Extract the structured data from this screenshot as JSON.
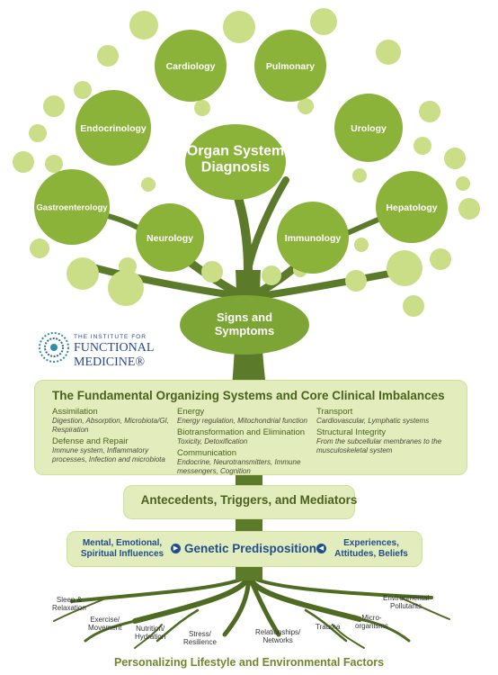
{
  "tree": {
    "top_node": {
      "line1": "Organ System",
      "line2": "Diagnosis"
    },
    "signs_node": {
      "line1": "Signs and",
      "line2": "Symptoms"
    },
    "organs": [
      "Cardiology",
      "Pulmonary",
      "Endocrinology",
      "Urology",
      "Gastroenterology",
      "Hepatology",
      "Neurology",
      "Immunology"
    ]
  },
  "logo": {
    "line1": "THE INSTITUTE FOR",
    "line2": "FUNCTIONAL",
    "line3": "MEDICINE®"
  },
  "fundamental": {
    "title": "The Fundamental Organizing Systems and Core Clinical Imbalances",
    "columns": [
      [
        {
          "heading": "Assimilation",
          "detail": "Digestion, Absorption, Microbiota/GI, Respiration"
        },
        {
          "heading": "Defense and Repair",
          "detail": "Immune system, Inflammatory processes, Infection and microbiota"
        }
      ],
      [
        {
          "heading": "Energy",
          "detail": "Energy regulation, Mitochondrial function"
        },
        {
          "heading": "Biotransformation and Elimination",
          "detail": "Toxicity, Detoxification"
        },
        {
          "heading": "Communication",
          "detail": "Endocrine, Neurotransmitters, Immune messengers, Cognition"
        }
      ],
      [
        {
          "heading": "Transport",
          "detail": "Cardiovascular, Lymphatic systems"
        },
        {
          "heading": "Structural Integrity",
          "detail": "From the subcellular membranes to the musculoskeletal system"
        }
      ]
    ]
  },
  "antecedents": "Antecedents, Triggers, and Mediators",
  "genetic": {
    "left_line1": "Mental, Emotional,",
    "left_line2": "Spiritual Influences",
    "center": "Genetic Predisposition",
    "right_line1": "Experiences,",
    "right_line2": "Attitudes, Beliefs"
  },
  "roots": [
    {
      "line1": "Sleep &",
      "line2": "Relaxation"
    },
    {
      "line1": "Exercise/",
      "line2": "Movement"
    },
    {
      "line1": "Nutrition/",
      "line2": "Hydration"
    },
    {
      "line1": "Stress/",
      "line2": "Resilience"
    },
    {
      "line1": "Relationships/",
      "line2": "Networks"
    },
    {
      "line1": "Trauma",
      "line2": ""
    },
    {
      "line1": "Micro-",
      "line2": "organisms"
    },
    {
      "line1": "Environmental",
      "line2": "Pollutants"
    }
  ],
  "footer": "Personalizing Lifestyle and Environmental Factors",
  "colors": {
    "leaf_dark": "#8bb33a",
    "leaf_light": "#c9de86",
    "trunk": "#5b7a2a",
    "box": "#e3ecbc",
    "blue": "#1f4f8a"
  }
}
